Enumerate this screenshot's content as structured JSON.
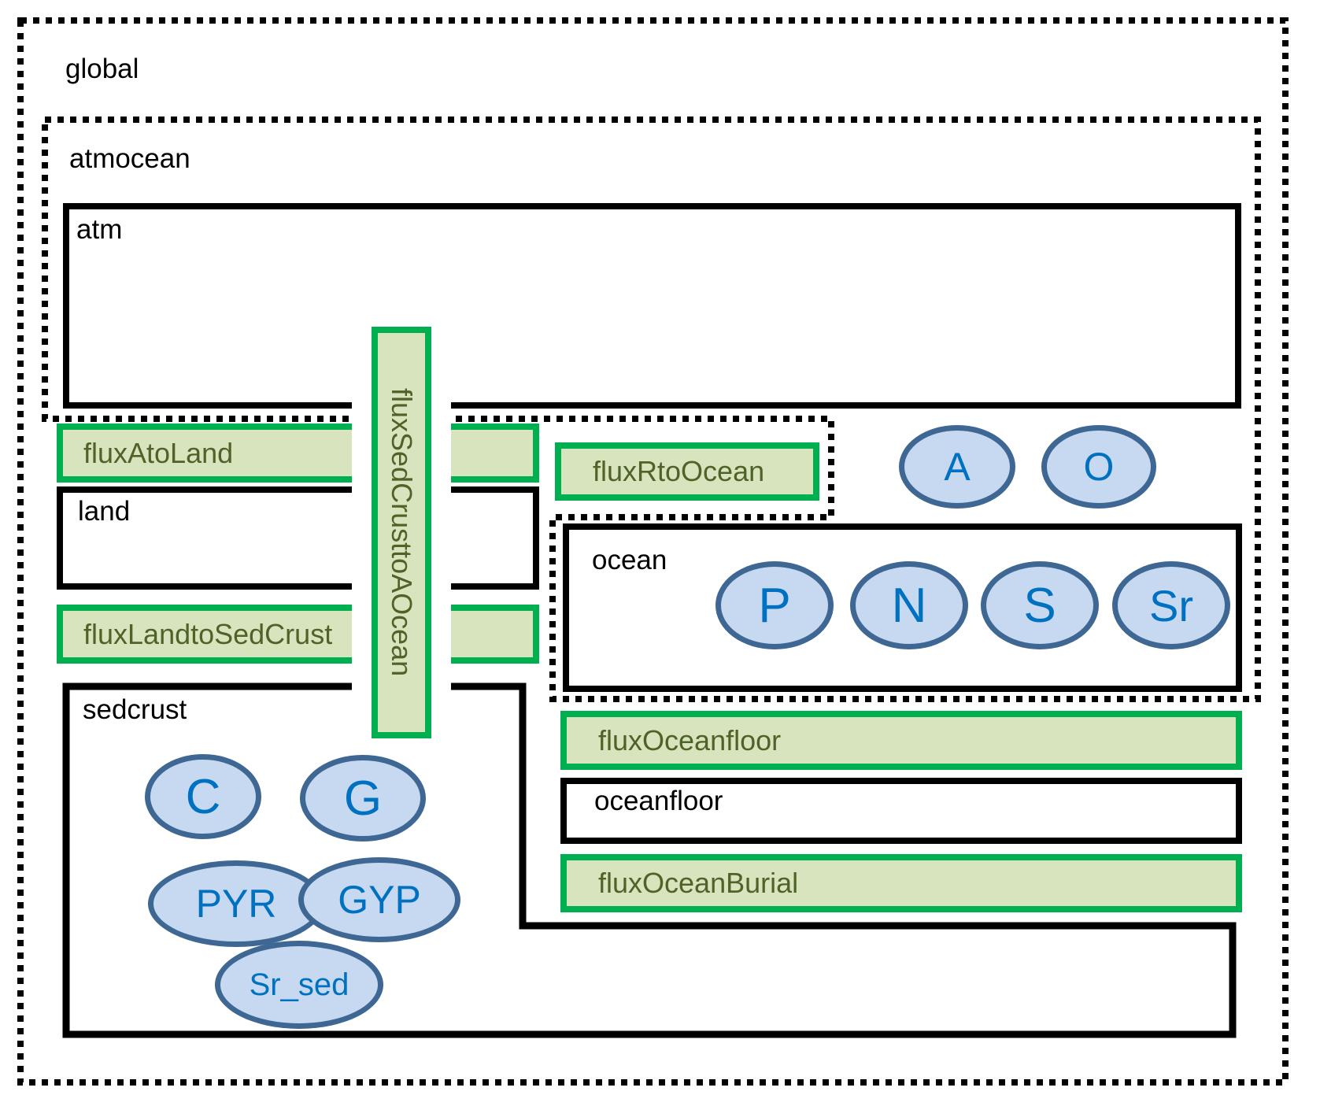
{
  "global": {
    "label": "global",
    "atmocean": {
      "label": "atmocean",
      "atm": {
        "label": "atm"
      },
      "species": {
        "A": "A",
        "O": "O"
      },
      "ocean": {
        "label": "ocean",
        "species": {
          "P": "P",
          "N": "N",
          "S": "S",
          "Sr": "Sr"
        }
      }
    },
    "land": {
      "label": "land"
    },
    "oceanfloor": {
      "label": "oceanfloor"
    },
    "sedcrust": {
      "label": "sedcrust",
      "species": {
        "C": "C",
        "G": "G",
        "PYR": "PYR",
        "GYP": "GYP",
        "Sr_sed": "Sr_sed"
      }
    },
    "fluxes": {
      "fluxAtoLand": "fluxAtoLand",
      "fluxSedCrusttoAOcean": "fluxSedCrusttoAOcean",
      "fluxRtoOcean": "fluxRtoOcean",
      "fluxLandtoSedCrust": "fluxLandtoSedCrust",
      "fluxOceanfloor": "fluxOceanfloor",
      "fluxOceanBurial": "fluxOceanBurial"
    }
  },
  "colors": {
    "container_border": "#000000",
    "flux_border": "#00B050",
    "flux_fill": "#D7E4BD",
    "flux_text": "#4F6228",
    "species_fill": "#C6D9F0",
    "species_border": "#3E6793",
    "species_text": "#0070C0"
  }
}
